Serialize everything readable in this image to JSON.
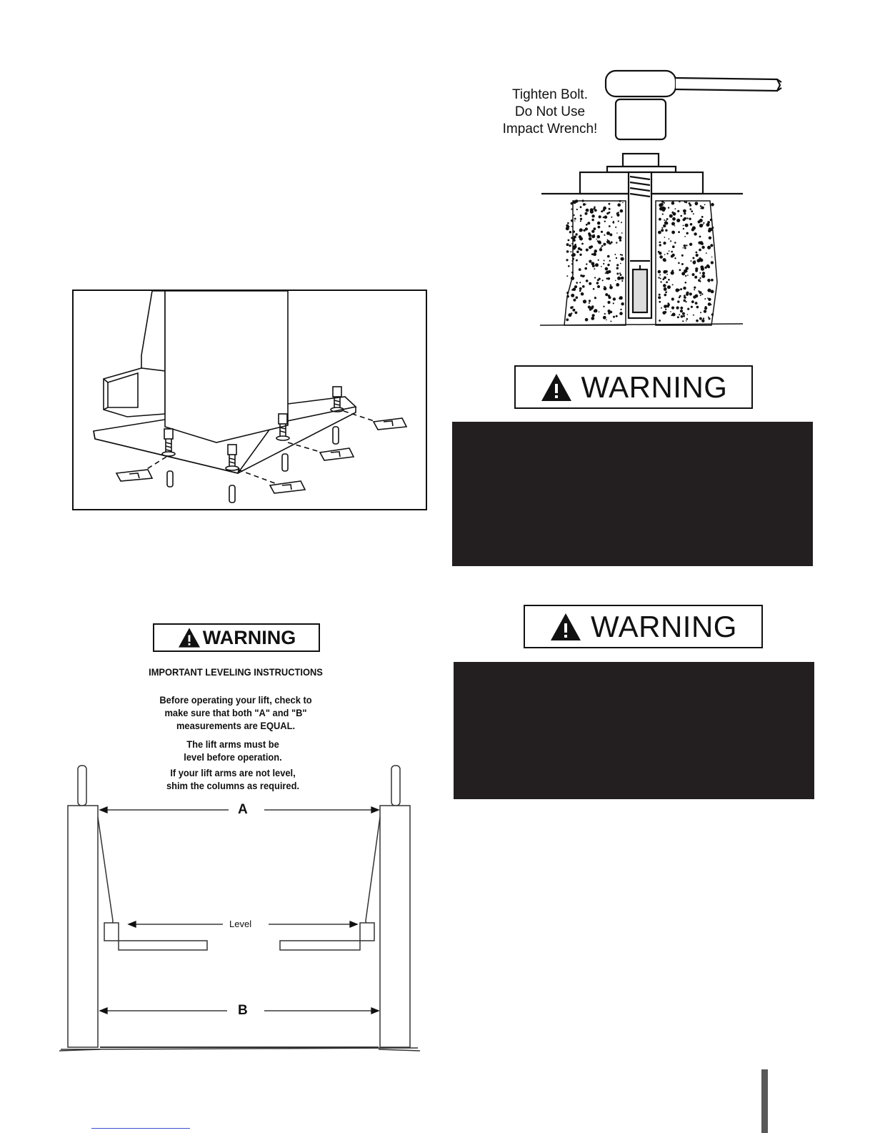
{
  "torque": {
    "note_lines": [
      "Tighten Bolt.",
      "Do Not Use",
      "Impact Wrench!"
    ]
  },
  "warnings": {
    "badge_1": "WARNING",
    "badge_2": "WARNING"
  },
  "leveling": {
    "badge": "WARNING",
    "heading": "IMPORTANT LEVELING INSTRUCTIONS",
    "para1": [
      "Before operating your lift, check to",
      "make sure that both \"A\" and \"B\"",
      "measurements are EQUAL."
    ],
    "para2": [
      "The lift arms must be",
      "level before operation."
    ],
    "para3": [
      "If your lift arms are not level,",
      "shim the columns as required."
    ],
    "label_a": "A",
    "label_b": "B",
    "label_level": "Level"
  },
  "icons": {
    "warning": "warning-triangle-icon"
  }
}
